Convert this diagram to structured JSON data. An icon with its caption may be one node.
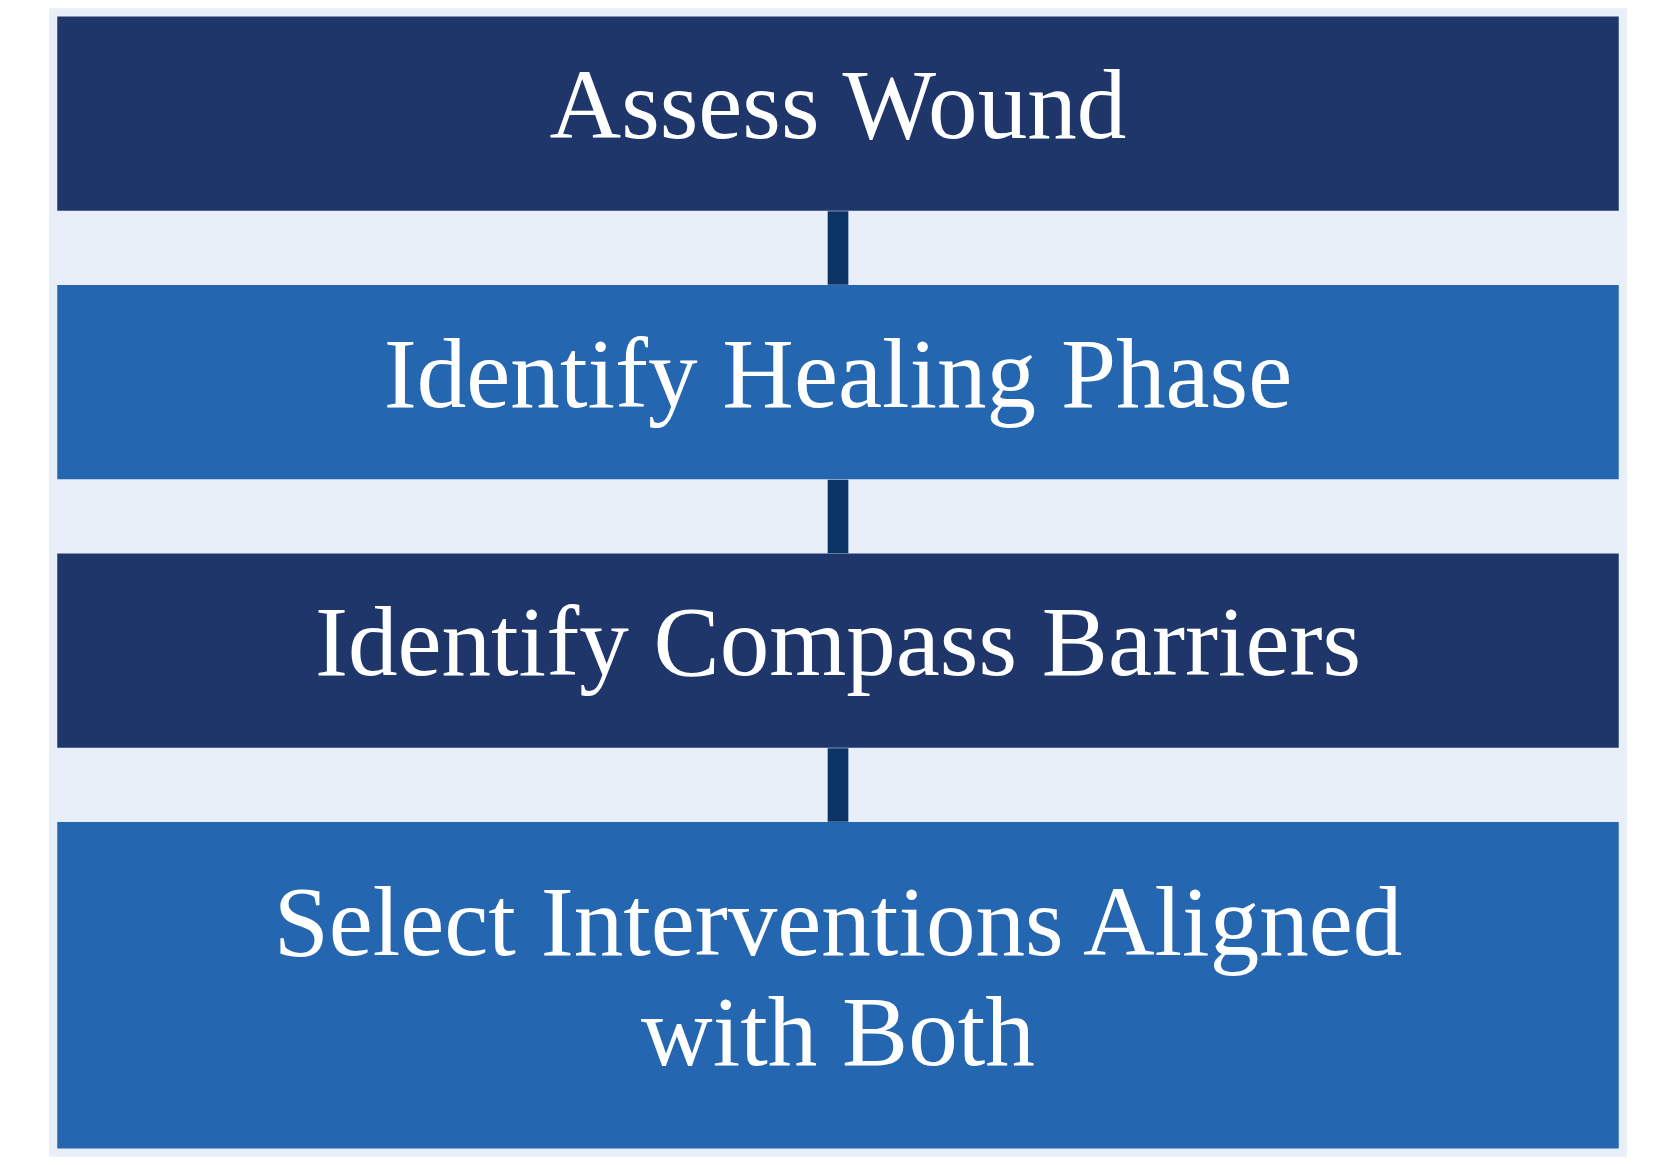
{
  "diagram": {
    "nodes": [
      {
        "text": [
          "Assess Wound"
        ]
      },
      {
        "text": [
          "Identify Healing Phase"
        ]
      },
      {
        "text": [
          "Identify Compass Barriers"
        ]
      },
      {
        "text": [
          "Select Interventions Aligned with Both"
        ]
      }
    ],
    "edges": [
      {
        "from": 0,
        "to": 1,
        "arrow": "none"
      },
      {
        "from": 1,
        "to": 2,
        "arrow": "none"
      },
      {
        "from": 2,
        "to": 3,
        "arrow": "none"
      }
    ]
  }
}
